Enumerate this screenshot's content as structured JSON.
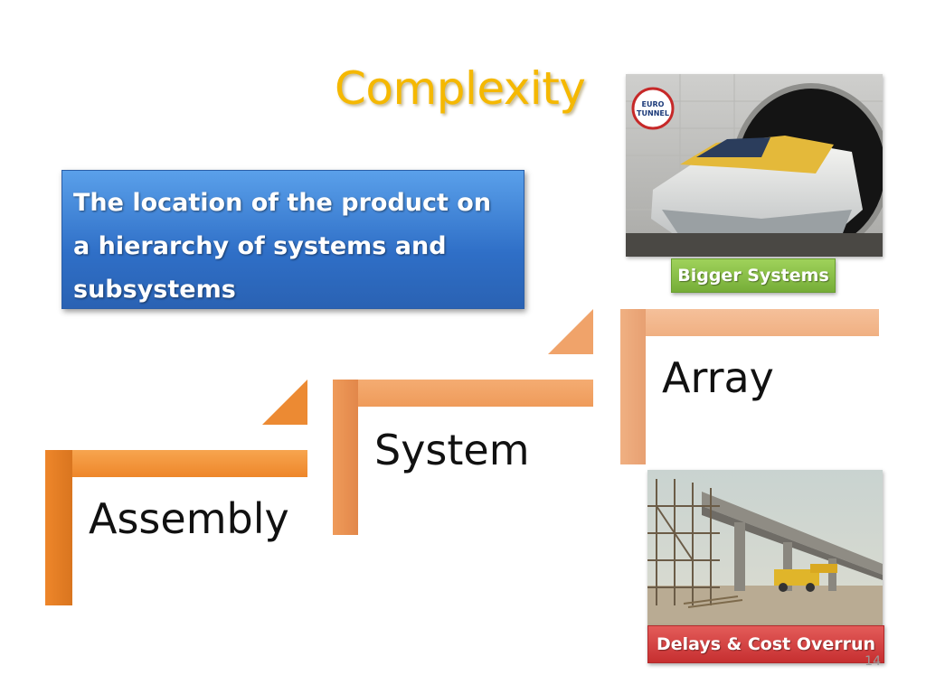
{
  "slide": {
    "title": "Complexity",
    "definition": "The location of the product on a hierarchy of systems and subsystems",
    "steps": [
      {
        "label": "Assembly"
      },
      {
        "label": "System"
      },
      {
        "label": "Array"
      }
    ],
    "images": {
      "top": {
        "caption": "Bigger Systems",
        "logo_text": "EURO TUNNEL"
      },
      "bottom": {
        "caption": "Delays & Cost Overrun"
      }
    },
    "page_number": "14",
    "colors": {
      "title": "#f5b800",
      "definition_box": "#3a7bd5",
      "step_orange": "#f08a2c",
      "step_peach": "#f2b483",
      "badge_green": "#8bc34a",
      "badge_red": "#d9383a"
    }
  }
}
